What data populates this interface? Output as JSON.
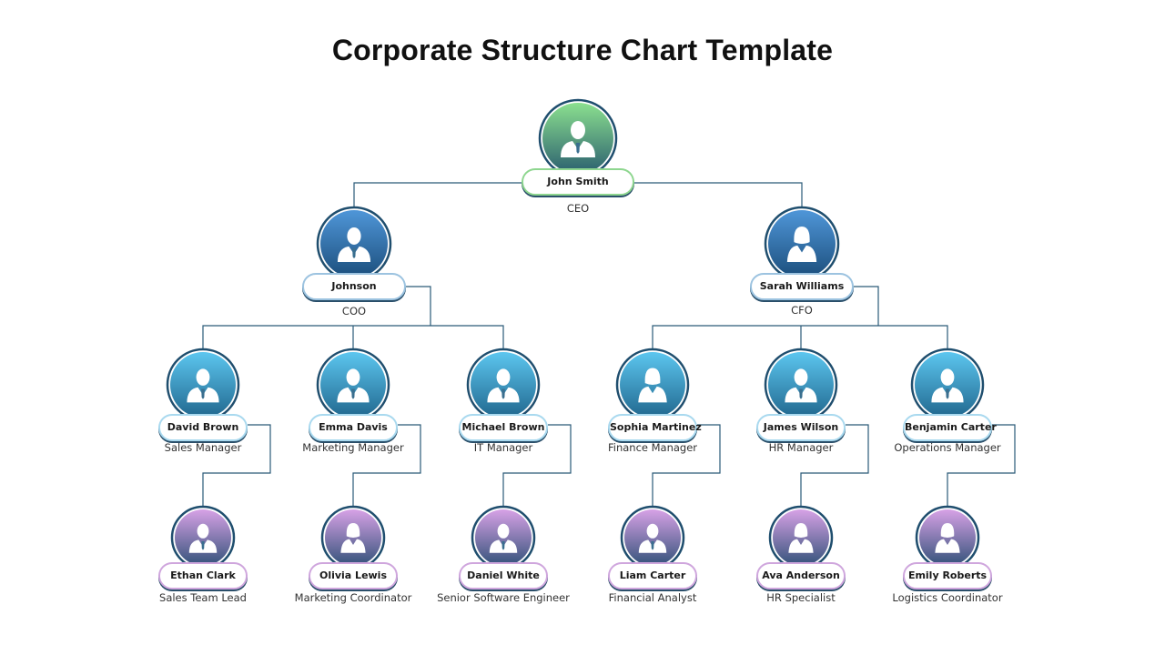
{
  "title": "Corporate Structure Chart Template",
  "colors": {
    "connector": "#2a5a78",
    "ring": "#1f4e6e",
    "green_top": "#8be08f",
    "green_bottom": "#2b5f6f",
    "darkblue_top": "#4f96d8",
    "darkblue_bottom": "#1c4f7d",
    "lightblue_top": "#5cc6ef",
    "lightblue_bottom": "#21688f",
    "purple_top": "#d7a2e6",
    "purple_bottom": "#33527a"
  },
  "nodes": [
    {
      "id": "ceo",
      "name": "John Smith",
      "role": "CEO",
      "style": "green",
      "figure": "male",
      "parent": null
    },
    {
      "id": "coo",
      "name": "Johnson",
      "role": "COO",
      "style": "blue-dark",
      "figure": "male",
      "parent": "ceo"
    },
    {
      "id": "cfo",
      "name": "Sarah Williams",
      "role": "CFO",
      "style": "blue-dark",
      "figure": "female",
      "parent": "ceo"
    },
    {
      "id": "m1",
      "name": "David Brown",
      "role": "Sales Manager",
      "style": "blue-light",
      "figure": "male",
      "parent": "coo"
    },
    {
      "id": "m2",
      "name": "Emma Davis",
      "role": "Marketing Manager",
      "style": "blue-light",
      "figure": "male",
      "parent": "coo"
    },
    {
      "id": "m3",
      "name": "Michael Brown",
      "role": "IT Manager",
      "style": "blue-light",
      "figure": "male",
      "parent": "coo"
    },
    {
      "id": "m4",
      "name": "Sophia Martinez",
      "role": "Finance Manager",
      "style": "blue-light",
      "figure": "female",
      "parent": "cfo"
    },
    {
      "id": "m5",
      "name": "James Wilson",
      "role": "HR Manager",
      "style": "blue-light",
      "figure": "male",
      "parent": "cfo"
    },
    {
      "id": "m6",
      "name": "Benjamin Carter",
      "role": "Operations Manager",
      "style": "blue-light",
      "figure": "male",
      "parent": "cfo"
    },
    {
      "id": "s1",
      "name": "Ethan Clark",
      "role": "Sales Team Lead",
      "style": "purple",
      "figure": "male",
      "parent": "m1"
    },
    {
      "id": "s2",
      "name": "Olivia Lewis",
      "role": "Marketing Coordinator",
      "style": "purple",
      "figure": "female",
      "parent": "m2"
    },
    {
      "id": "s3",
      "name": "Daniel White",
      "role": "Senior Software Engineer",
      "style": "purple",
      "figure": "male",
      "parent": "m3"
    },
    {
      "id": "s4",
      "name": "Liam Carter",
      "role": "Financial Analyst",
      "style": "purple",
      "figure": "male",
      "parent": "m4"
    },
    {
      "id": "s5",
      "name": "Ava Anderson",
      "role": "HR Specialist",
      "style": "purple",
      "figure": "female",
      "parent": "m5"
    },
    {
      "id": "s6",
      "name": "Emily Roberts",
      "role": "Logistics Coordinator",
      "style": "purple",
      "figure": "female",
      "parent": "m6"
    }
  ]
}
